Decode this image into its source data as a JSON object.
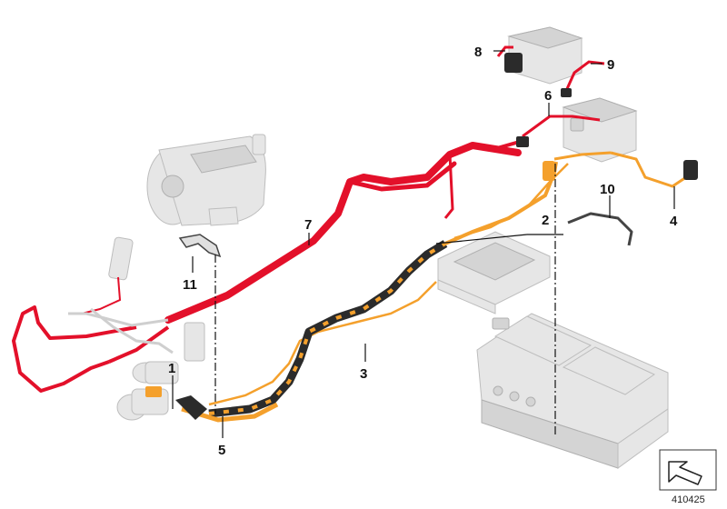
{
  "diagram": {
    "callouts": [
      "1",
      "2",
      "3",
      "4",
      "5",
      "6",
      "7",
      "8",
      "9",
      "10",
      "11"
    ],
    "part_number": "410425",
    "colors": {
      "red_cable": "#e3102a",
      "orange_cable": "#f4a02c",
      "black_sheath": "#2b2b2b",
      "ghost_part": "#e6e6e6",
      "leader": "#111111"
    },
    "icons": [
      "transmission-icon",
      "high-voltage-battery-icon",
      "power-electronics-icon",
      "12v-battery-icon",
      "auxiliary-battery-icon",
      "view-direction-arrow-icon"
    ]
  }
}
